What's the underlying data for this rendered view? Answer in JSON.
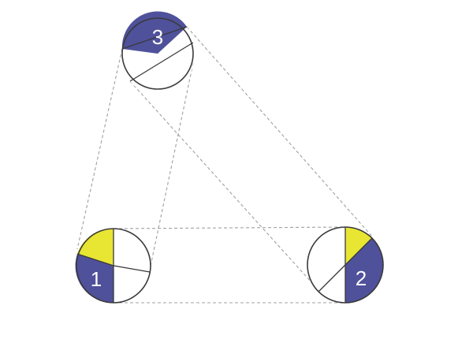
{
  "diagram": {
    "colors": {
      "background": "#ffffff",
      "blue": "#4f519b",
      "yellow": "#e8e533",
      "white": "#ffffff",
      "outline": "#3a3a3a",
      "dashed": "#a0a0a0"
    },
    "nodes": [
      {
        "id": "node-1",
        "label": "1"
      },
      {
        "id": "node-2",
        "label": "2"
      },
      {
        "id": "node-3",
        "label": "3"
      }
    ]
  }
}
